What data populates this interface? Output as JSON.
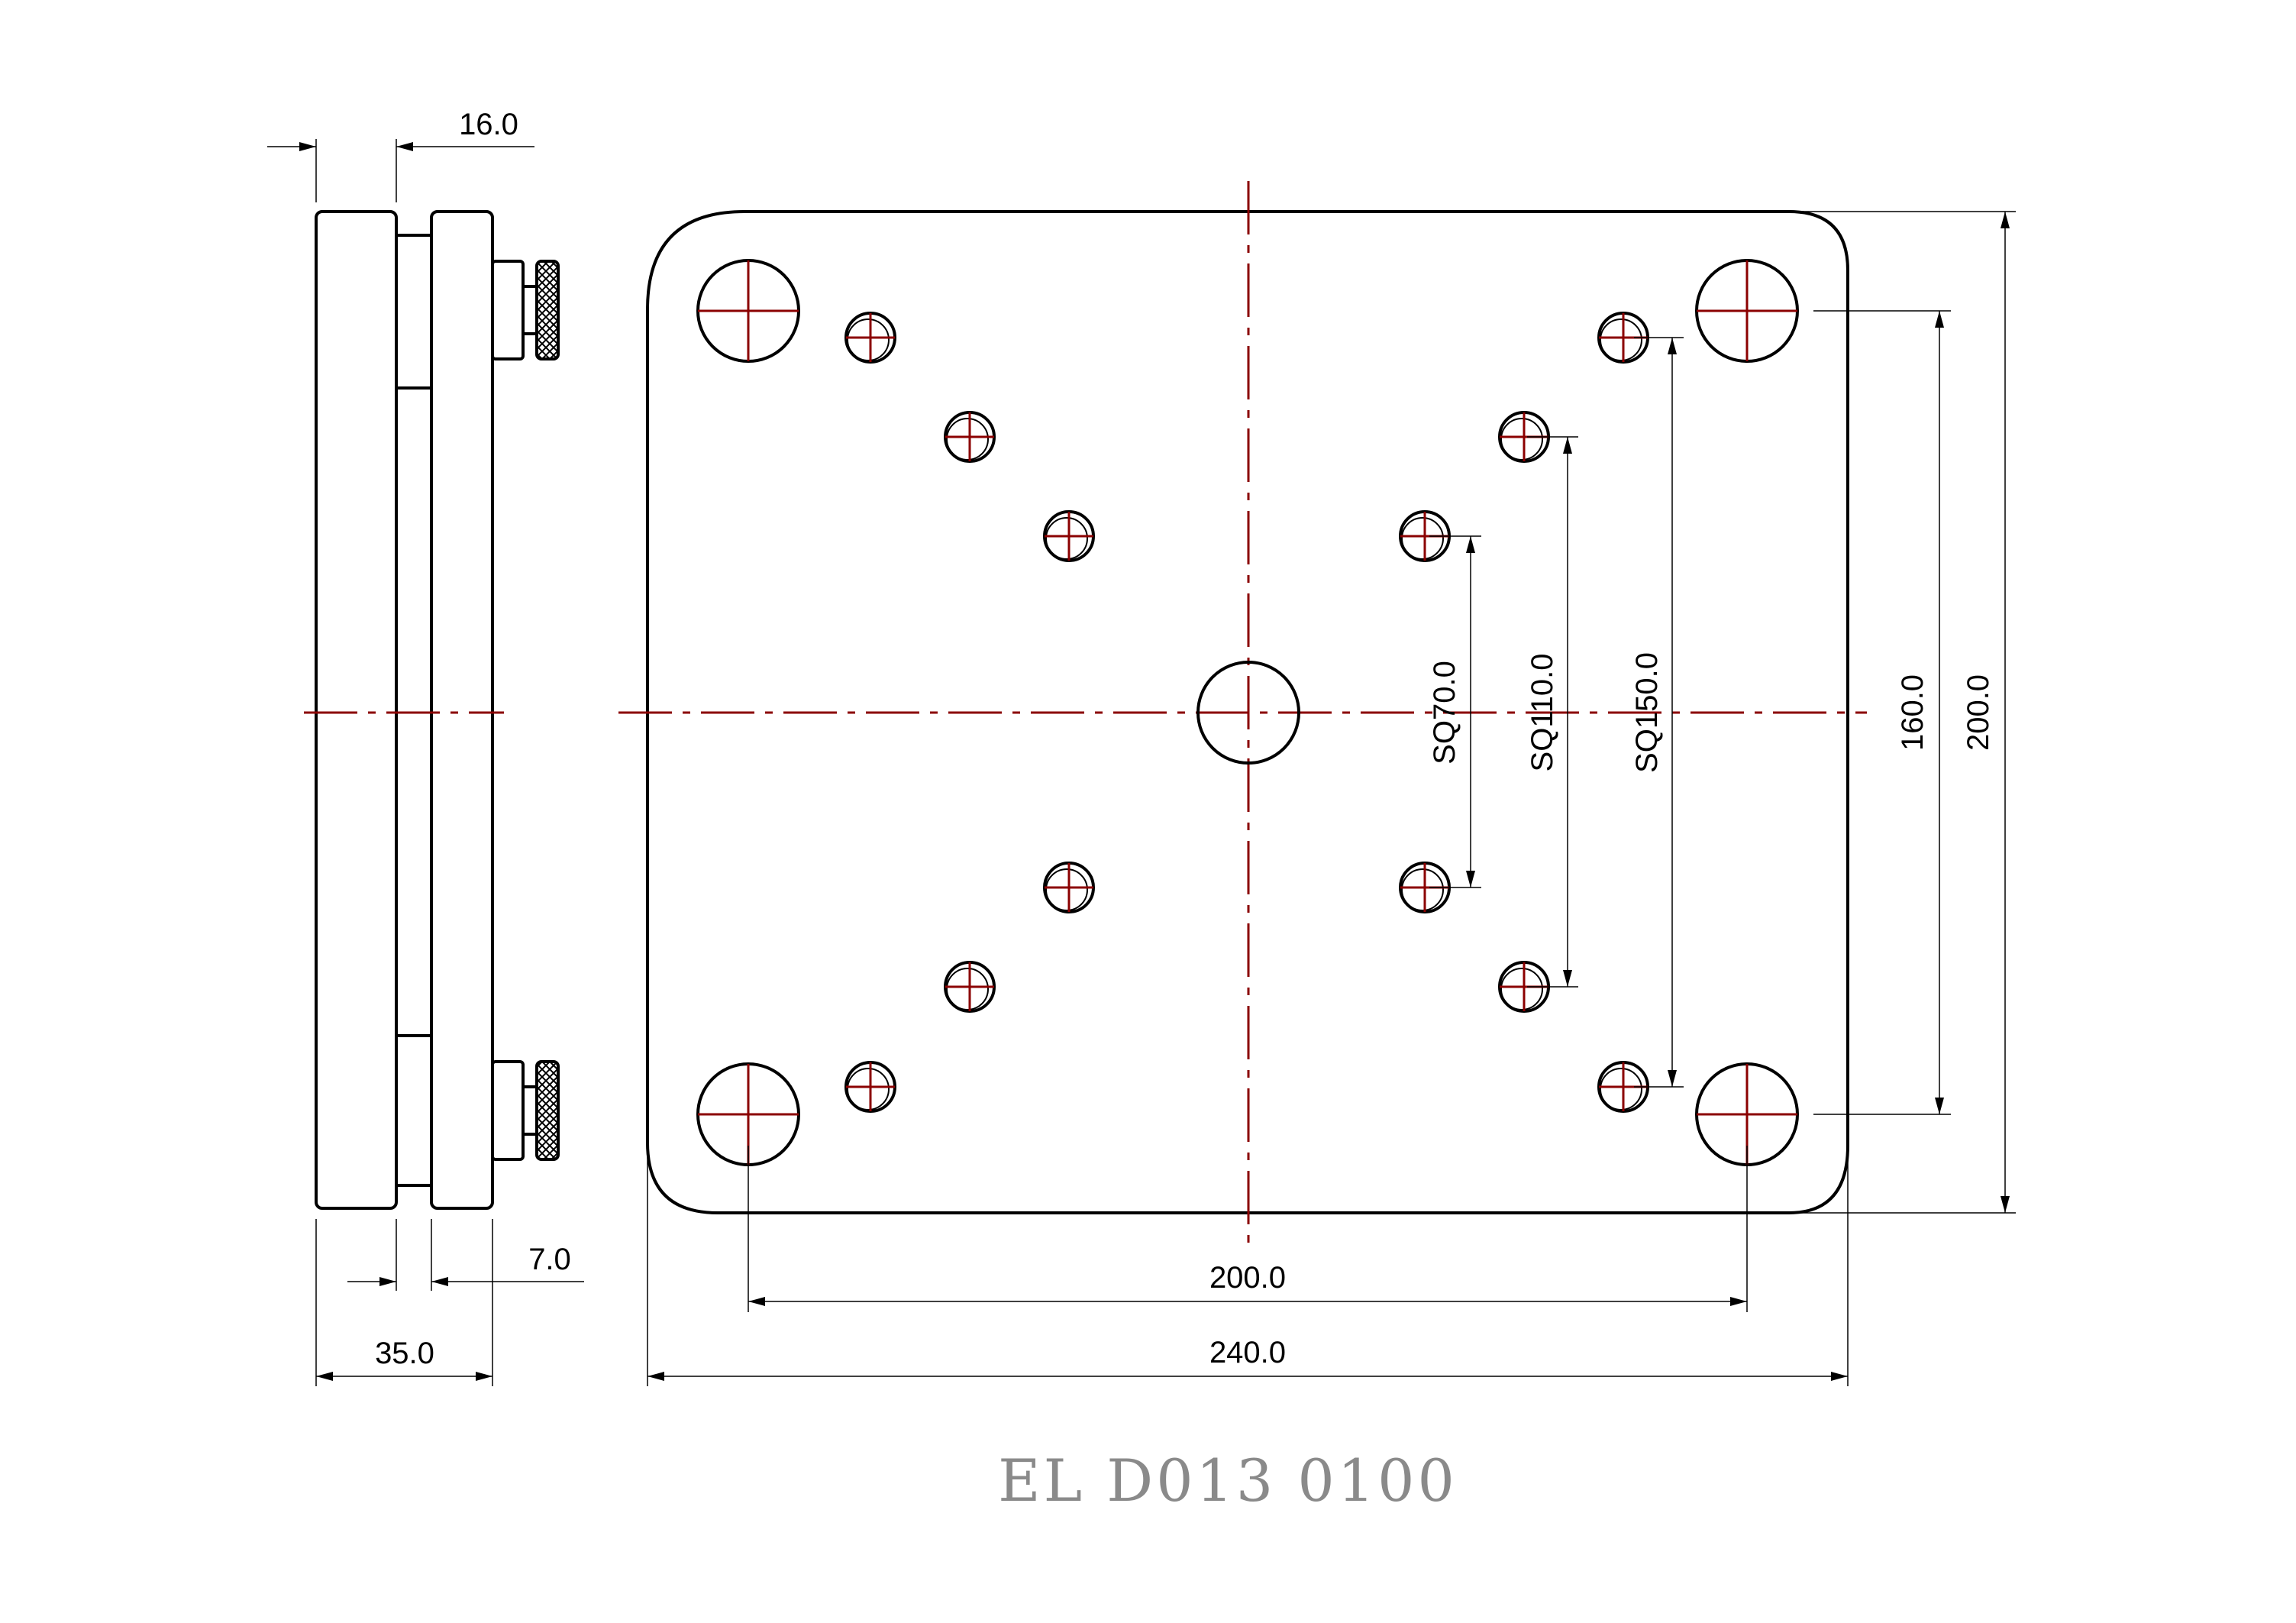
{
  "drawing": {
    "part_number": "EL D013 0100",
    "colors": {
      "line": "#000000",
      "centerline": "#8b0000",
      "title": "#8a8a8a"
    },
    "dimensions": {
      "side_top": "16.0",
      "side_small": "7.0",
      "side_width": "35.0",
      "sq70": "SQ70.0",
      "sq110": "SQ110.0",
      "sq150": "SQ150.0",
      "holes_vertical": "160.0",
      "plate_height": "200.0",
      "holes_horizontal": "200.0",
      "plate_width": "240.0"
    }
  }
}
